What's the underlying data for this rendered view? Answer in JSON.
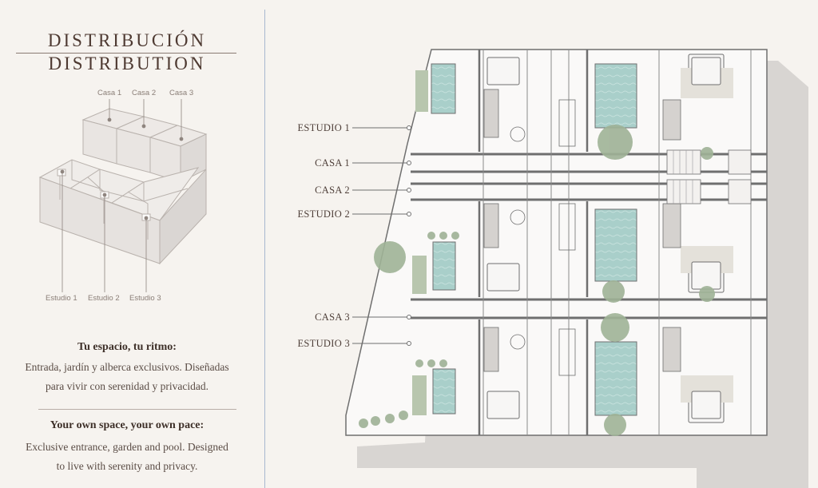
{
  "title_es": "DISTRIBUCIÓN",
  "title_en": "DISTRIBUTION",
  "iso_labels": {
    "casa1": "Casa 1",
    "casa2": "Casa 2",
    "casa3": "Casa 3",
    "estudio1": "Estudio 1",
    "estudio2": "Estudio 2",
    "estudio3": "Estudio 3"
  },
  "es": {
    "heading": "Tu espacio, tu ritmo:",
    "line1": "Entrada, jardín y alberca exclusivos. Diseñadas",
    "line2": "para vivir con serenidad y privacidad."
  },
  "en": {
    "heading": "Your own space, your own pace:",
    "line1": "Exclusive entrance, garden and pool. Designed",
    "line2": "to live with serenity and privacy."
  },
  "plan_labels": {
    "estudio1": "ESTUDIO 1",
    "casa1": "CASA 1",
    "casa2": "CASA 2",
    "estudio2": "ESTUDIO 2",
    "casa3": "CASA 3",
    "estudio3": "ESTUDIO 3"
  },
  "colors": {
    "background": "#f6f3ef",
    "pool": "#a9cfca",
    "greenery": "#9fb296",
    "walls": "#6f6f6f",
    "shadow": "#d6d3d0",
    "divider": "#a7b8cf"
  }
}
